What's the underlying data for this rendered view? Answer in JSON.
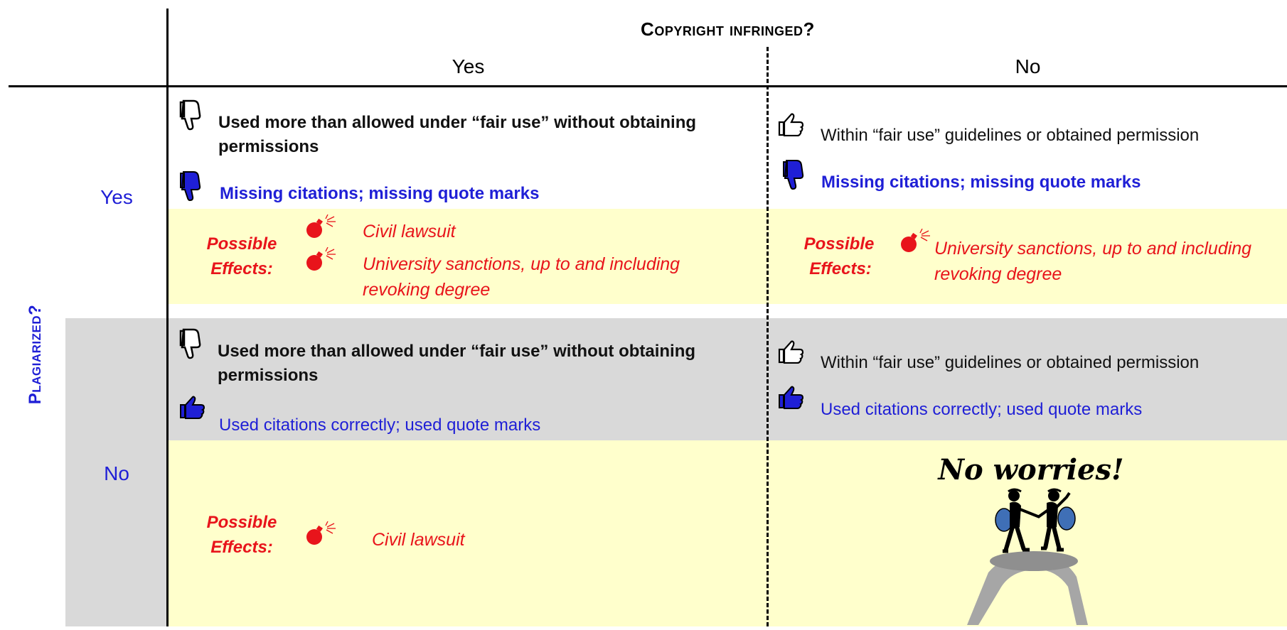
{
  "header": {
    "title": "Copyright infringed?"
  },
  "columns": {
    "yes": "Yes",
    "no": "No"
  },
  "side_label": "Plagiarized?",
  "rows": {
    "yes": "Yes",
    "no": "No"
  },
  "cells": {
    "yes_yes": {
      "copyright_text": "Used more than allowed under “fair use” without obtaining permissions",
      "citation_text": "Missing citations; missing quote marks",
      "effects_label_1": "Possible",
      "effects_label_2": "Effects:",
      "effect_1": "Civil lawsuit",
      "effect_2": "University sanctions, up to and including revoking degree"
    },
    "yes_no": {
      "copyright_text": "Within “fair use” guidelines or obtained permission",
      "citation_text": "Missing citations; missing quote marks",
      "effects_label_1": "Possible",
      "effects_label_2": "Effects:",
      "effect_1": "University sanctions, up to and including revoking degree"
    },
    "no_yes": {
      "copyright_text": "Used more than allowed under “fair use” without obtaining permissions",
      "citation_text": "Used citations correctly; used quote marks",
      "effects_label_1": "Possible",
      "effects_label_2": "Effects:",
      "effect_1": "Civil lawsuit"
    },
    "no_no": {
      "copyright_text": "Within “fair use” guidelines or obtained permission",
      "citation_text": "Used citations correctly; used quote marks",
      "outcome": "No worries!"
    }
  },
  "colors": {
    "blue": "#1f1fd6",
    "red": "#e8141b",
    "yellow_band": "#ffffcc",
    "gray_band": "#d9d9d9"
  },
  "icons": [
    "thumbs-down-icon",
    "thumbs-up-icon",
    "bomb-icon",
    "hikers-illustration"
  ]
}
